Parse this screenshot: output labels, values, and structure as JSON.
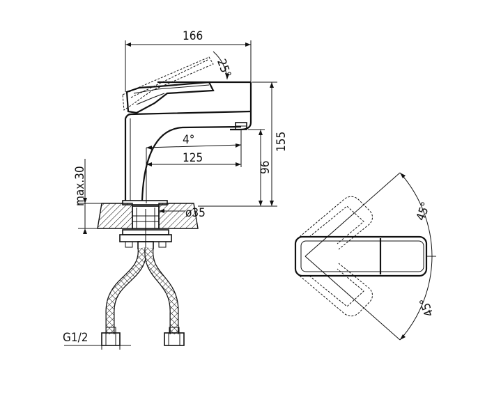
{
  "labels": {
    "width_total": "166",
    "spout_reach": "125",
    "spout_angle": "4°",
    "lever_tilt": "25°",
    "total_height": "155",
    "spout_height": "96",
    "max_thickness": "max.30",
    "hole_diameter": "ø35",
    "thread": "G1/2",
    "rotation_up": "45°",
    "rotation_down": "45°"
  },
  "colors": {
    "ink": "#111111",
    "paper": "#ffffff"
  }
}
